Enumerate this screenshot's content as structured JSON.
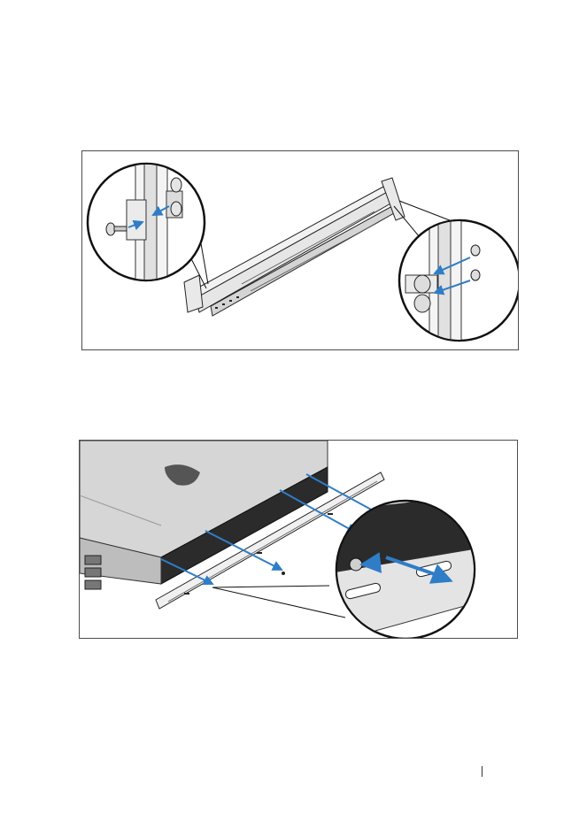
{
  "figures": [
    {
      "id": "figure-rail-installation",
      "callouts": [
        "front-rack-post-detail",
        "rear-rack-post-detail"
      ]
    },
    {
      "id": "figure-inner-rail-attachment",
      "callouts": [
        "rail-hook-slot-detail"
      ]
    }
  ],
  "colors": {
    "arrow_blue": "#2f7dc7",
    "frame": "#4d4d4d",
    "chassis_top": "#d6d6d6",
    "chassis_side": "#2b2b2b"
  },
  "icons": [
    "screw-icon",
    "washer-icon",
    "blue-arrow-icon"
  ]
}
